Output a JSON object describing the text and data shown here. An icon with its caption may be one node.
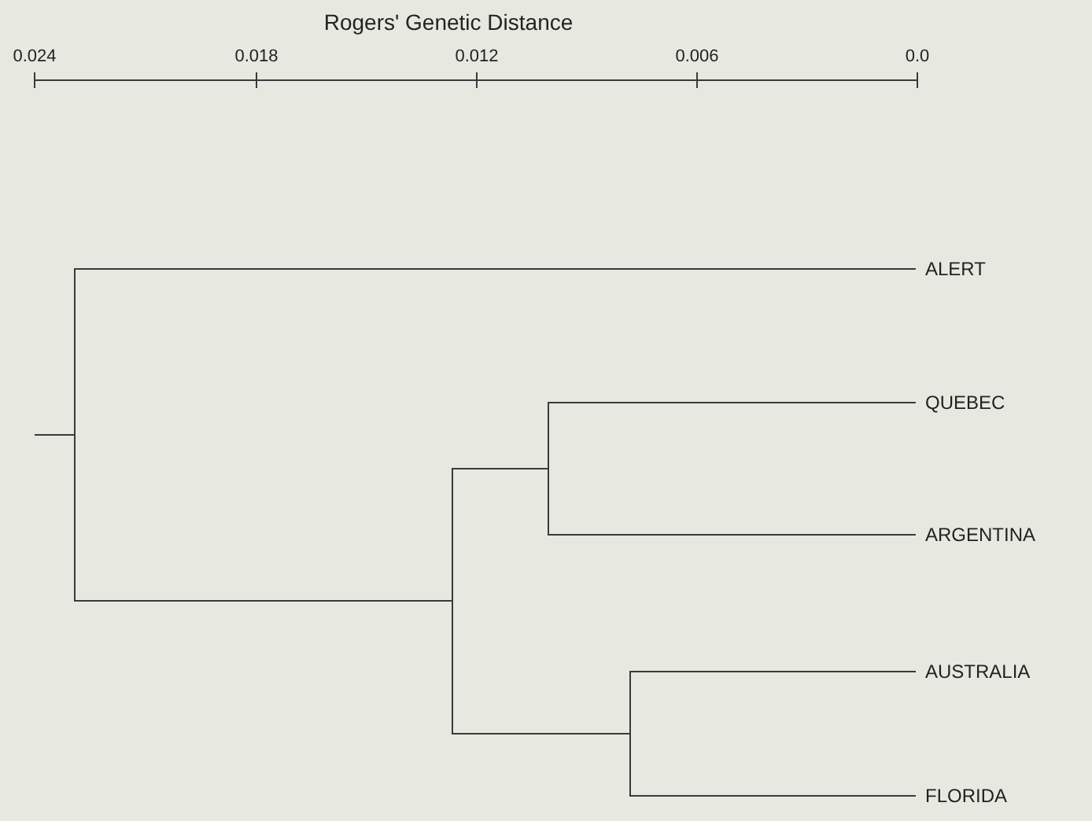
{
  "diagram": {
    "title": "Rogers' Genetic Distance",
    "nodes": [
      {
        "text": [],
        "shape": "bar"
      },
      {
        "text": [
          "ALERT"
        ]
      },
      {
        "text": [],
        "shape": "bar"
      },
      {
        "text": [],
        "shape": "bar"
      },
      {
        "text": [
          "QUEBEC"
        ]
      },
      {
        "text": [
          "ARGENTINA"
        ]
      },
      {
        "text": [],
        "shape": "bar"
      },
      {
        "text": [
          "AUSTRALIA"
        ]
      },
      {
        "text": [
          "FLORIDA"
        ]
      }
    ],
    "edges": [
      {
        "from": null,
        "to": 0,
        "arrow": "none"
      },
      {
        "from": 0,
        "to": 1,
        "arrow": "none"
      },
      {
        "from": 0,
        "to": 2,
        "arrow": "none"
      },
      {
        "from": 2,
        "to": 3,
        "arrow": "none"
      },
      {
        "from": 3,
        "to": 4,
        "arrow": "none"
      },
      {
        "from": 3,
        "to": 5,
        "arrow": "none"
      },
      {
        "from": 2,
        "to": 6,
        "arrow": "none"
      },
      {
        "from": 6,
        "to": 7,
        "arrow": "none"
      },
      {
        "from": 6,
        "to": 8,
        "arrow": "none"
      }
    ],
    "labels": [
      "0.024",
      "0.018",
      "0.012",
      "0.006",
      "0.0"
    ]
  }
}
